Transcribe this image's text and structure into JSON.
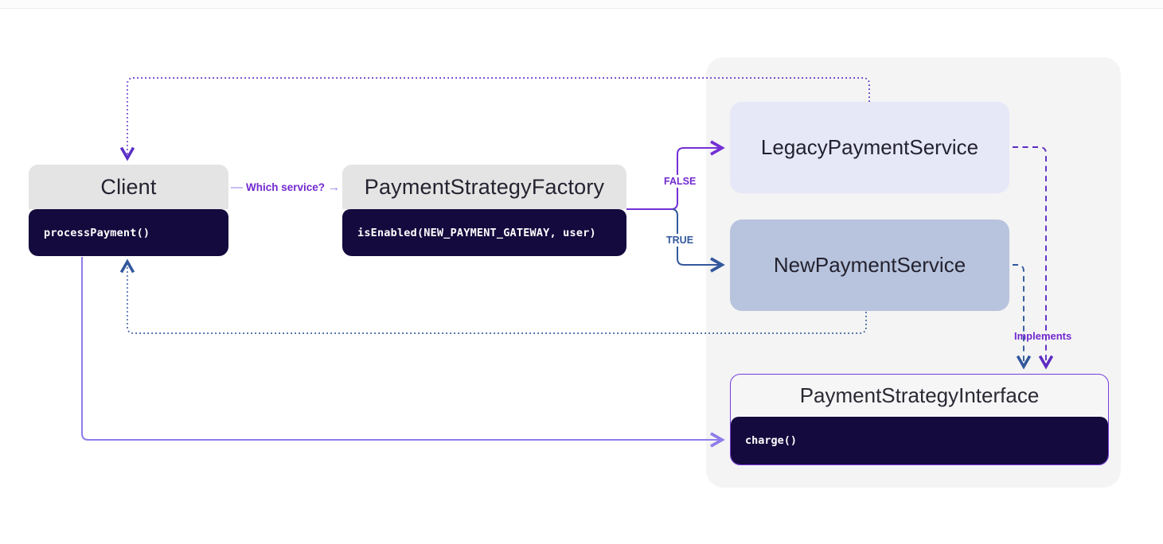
{
  "diagram": {
    "client": {
      "title": "Client",
      "method": "processPayment()"
    },
    "factory": {
      "title": "PaymentStrategyFactory",
      "method": "isEnabled(NEW_PAYMENT_GATEWAY, user)"
    },
    "legacy_service": {
      "title": "LegacyPaymentService"
    },
    "new_service": {
      "title": "NewPaymentService"
    },
    "interface": {
      "title": "PaymentStrategyInterface",
      "method": "charge()"
    },
    "edge_labels": {
      "which_service_prefix": "—",
      "which_service": "Which service?",
      "which_service_arrow": "→",
      "false_branch": "FALSE",
      "true_branch": "TRUE",
      "implements": "Implements"
    },
    "colors": {
      "purple_solid": "#7330d6",
      "purple_dotted": "#5a2fc6",
      "purple_dashed": "#5c2bc2",
      "purple_label": "#7229cf",
      "blue": "#33589c",
      "light_purple": "#8f7cea",
      "navy": "#140a3e",
      "header_gray": "#e4e4e4",
      "legacy_fill": "#e6e8f8",
      "new_fill": "#b8c4dd",
      "panel_fill": "#f4f4f4",
      "interface_border": "#7a3bdd"
    }
  }
}
